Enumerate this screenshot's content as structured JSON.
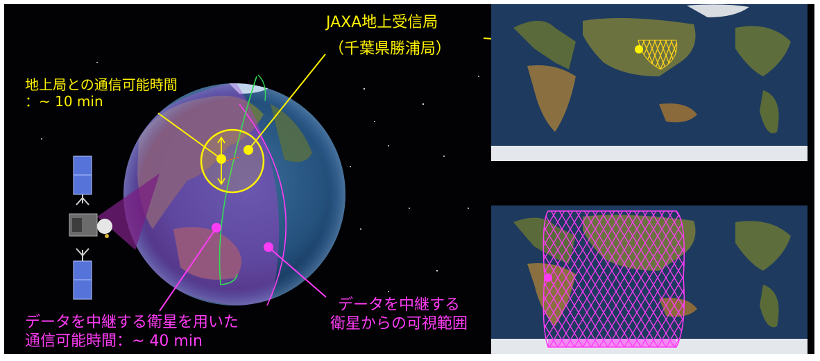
{
  "labels": {
    "ground_station": "JAXA地上受信局",
    "ground_station_sub": "（千葉県勝浦局）",
    "ground_contact_title": "地上局との通信可能時間",
    "ground_contact_time": "：~ 10 min",
    "relay_contact_line1": "データを中継する衛星を用いた",
    "relay_contact_line2": "通信可能時間：~ 40 min",
    "relay_visibility_line1": "データを中継する",
    "relay_visibility_line2": "衛星からの可視範囲"
  },
  "colors": {
    "ground_station": "#fff200",
    "relay": "#ff3cf5",
    "orbit": "#33dd55",
    "space": "#000000",
    "ocean": "#2a4f78",
    "land": "#596e3c"
  },
  "icons": [
    "satellite-icon",
    "earth-globe",
    "world-map-top",
    "world-map-bottom"
  ]
}
